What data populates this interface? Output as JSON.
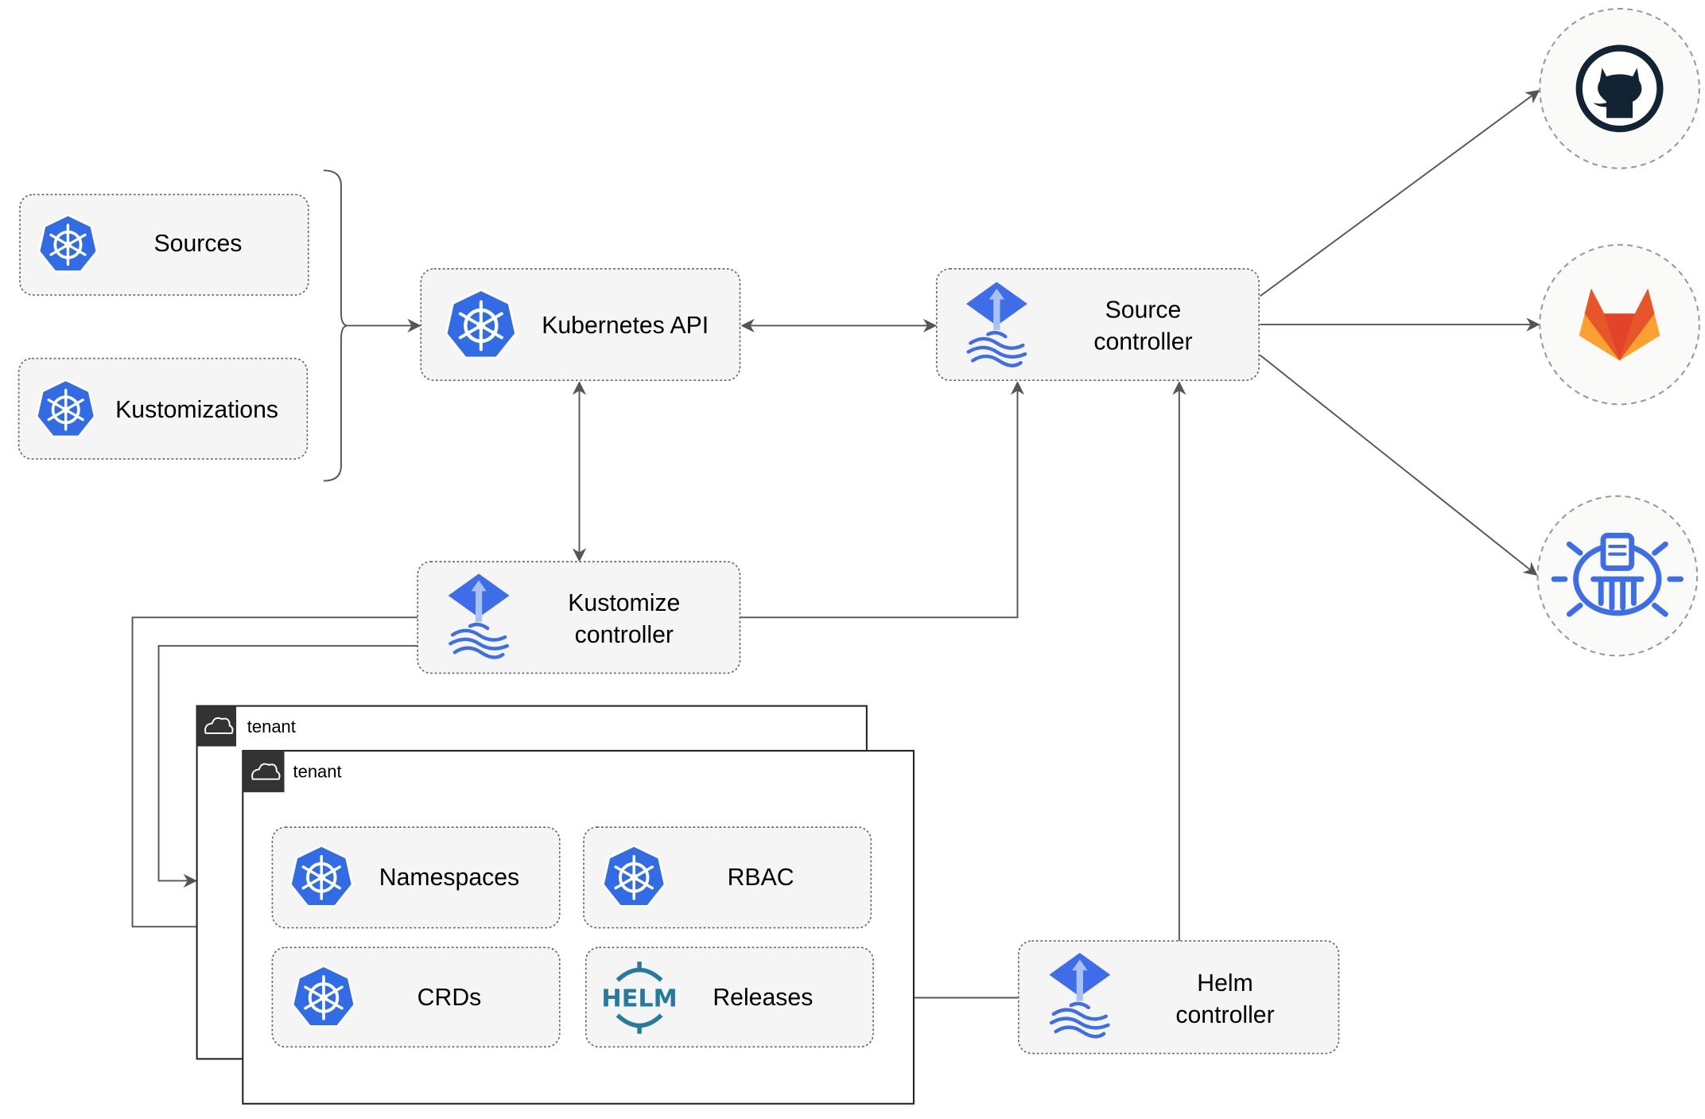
{
  "colors": {
    "kubernetes_blue": "#326ce5",
    "flux_blue": "#3d6ee8",
    "github_dark": "#122333",
    "gitlab_orange": "#e8552a",
    "gitlab_yellow": "#fba132",
    "helm_blue": "#277a9f",
    "edge": "#555555",
    "box_fill": "#f5f5f5"
  },
  "nodes": {
    "sources": {
      "label": "Sources",
      "icon": "kubernetes-icon"
    },
    "kustomizations": {
      "label": "Kustomizations",
      "icon": "kubernetes-icon"
    },
    "kubernetes_api": {
      "label": "Kubernetes API",
      "icon": "kubernetes-icon"
    },
    "source_controller": {
      "line1": "Source",
      "line2": "controller",
      "icon": "flux-icon"
    },
    "kustomize_controller": {
      "line1": "Kustomize",
      "line2": "controller",
      "icon": "flux-icon"
    },
    "helm_controller": {
      "line1": "Helm",
      "line2": "controller",
      "icon": "flux-icon"
    },
    "namespaces": {
      "label": "Namespaces",
      "icon": "kubernetes-icon"
    },
    "rbac": {
      "label": "RBAC",
      "icon": "kubernetes-icon"
    },
    "crds": {
      "label": "CRDs",
      "icon": "kubernetes-icon"
    },
    "releases": {
      "label": "Releases",
      "icon": "helm-icon",
      "icon_text": "HELM"
    }
  },
  "tenants": [
    {
      "label": "tenant",
      "icon": "cloud-icon"
    },
    {
      "label": "tenant",
      "icon": "cloud-icon"
    }
  ],
  "external_sources": [
    {
      "icon": "github-icon"
    },
    {
      "icon": "gitlab-icon"
    },
    {
      "icon": "bucket-icon"
    }
  ]
}
